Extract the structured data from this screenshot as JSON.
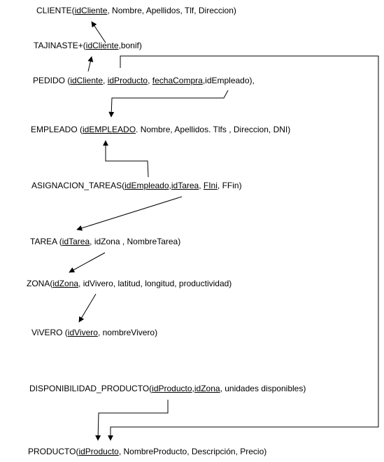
{
  "relations": {
    "cliente": [
      {
        "t": "CLIENTE(",
        "k": false
      },
      {
        "t": "idCliente",
        "k": true
      },
      {
        "t": ", Nombre, Apellidos, Tlf, Direccion)",
        "k": false
      }
    ],
    "tajinaste": [
      {
        "t": "TAJINASTE+(",
        "k": false
      },
      {
        "t": "idCliente",
        "k": true
      },
      {
        "t": ",bonif)",
        "k": false
      }
    ],
    "pedido": [
      {
        "t": "PEDIDO (",
        "k": false
      },
      {
        "t": "idCliente",
        "k": true
      },
      {
        "t": ", ",
        "k": false
      },
      {
        "t": "idProducto",
        "k": true
      },
      {
        "t": ", ",
        "k": false
      },
      {
        "t": "fechaCompra",
        "k": true
      },
      {
        "t": ",idEmpleado),",
        "k": false
      }
    ],
    "empleado": [
      {
        "t": "EMPLEADO (",
        "k": false
      },
      {
        "t": "idEMPLEADO",
        "k": true
      },
      {
        "t": ". Nombre, Apellidos. Tlfs , Direccion, DNI)",
        "k": false
      }
    ],
    "asignacion": [
      {
        "t": "ASIGNACION_TAREAS(",
        "k": false
      },
      {
        "t": "idEmpleado",
        "k": true
      },
      {
        "t": ",",
        "k": false
      },
      {
        "t": "idTarea",
        "k": true
      },
      {
        "t": ", ",
        "k": false
      },
      {
        "t": "FIni",
        "k": true
      },
      {
        "t": ", FFin)",
        "k": false
      }
    ],
    "tarea": [
      {
        "t": "TAREA (",
        "k": false
      },
      {
        "t": "idTarea",
        "k": true
      },
      {
        "t": ", idZona , NombreTarea)",
        "k": false
      }
    ],
    "zona": [
      {
        "t": "ZONA(",
        "k": false
      },
      {
        "t": "idZona",
        "k": true
      },
      {
        "t": ", idVivero, latitud, longitud, productividad)",
        "k": false
      }
    ],
    "vivero": [
      {
        "t": "ViVERO (",
        "k": false
      },
      {
        "t": "idVivero",
        "k": true
      },
      {
        "t": ", nombreVivero)",
        "k": false
      }
    ],
    "disponibilidad": [
      {
        "t": "DISPONIBILIDAD_PRODUCTO(",
        "k": false
      },
      {
        "t": "idProducto",
        "k": true
      },
      {
        "t": ",",
        "k": false
      },
      {
        "t": "idZona",
        "k": true
      },
      {
        "t": ", unidades disponibles)",
        "k": false
      }
    ],
    "producto": [
      {
        "t": "PRODUCTO(",
        "k": false
      },
      {
        "t": "idProducto",
        "k": true
      },
      {
        "t": ", NombreProducto, Descripción, Precio)",
        "k": false
      }
    ]
  },
  "arrow_color": "#000000"
}
